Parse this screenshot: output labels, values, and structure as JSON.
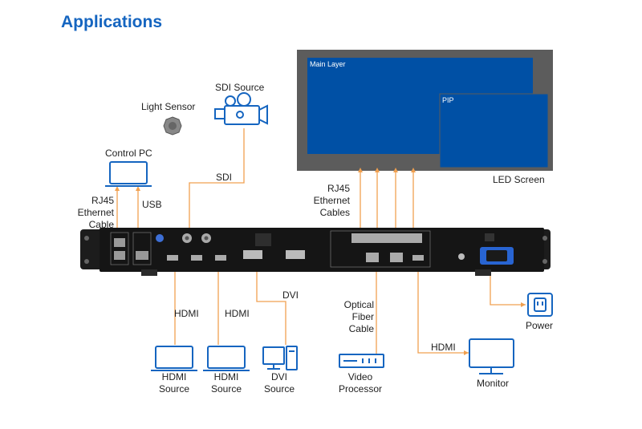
{
  "title": "Applications",
  "screen": {
    "main_layer": "Main Layer",
    "pip": "PIP",
    "label": "LED Screen"
  },
  "labels": {
    "sdi_source": "SDI Source",
    "light_sensor": "Light Sensor",
    "control_pc": "Control PC",
    "sdi": "SDI",
    "usb": "USB",
    "rj45_ethernet_cable": [
      "RJ45",
      "Ethernet",
      "Cable"
    ],
    "rj45_ethernet_cables": [
      "RJ45",
      "Ethernet",
      "Cables"
    ],
    "hdmi_1": "HDMI",
    "hdmi_2": "HDMI",
    "dvi": "DVI",
    "optical_fiber_cable": [
      "Optical",
      "Fiber",
      "Cable"
    ],
    "hdmi_out": "HDMI",
    "power": "Power",
    "monitor": "Monitor",
    "hdmi_source_1": [
      "HDMI",
      "Source"
    ],
    "hdmi_source_2": [
      "HDMI",
      "Source"
    ],
    "dvi_source": [
      "DVI",
      "Source"
    ],
    "video_processor": [
      "Video",
      "Processor"
    ]
  },
  "icons": [
    "camera-icon",
    "light-sensor-icon",
    "laptop-icon",
    "desktop-icon",
    "video-processor-icon",
    "monitor-icon",
    "power-socket-icon"
  ],
  "colors": {
    "accent": "#1565c0",
    "screen": "#0050a5",
    "frame": "#5c5c5c",
    "cable": "#f0a050"
  }
}
